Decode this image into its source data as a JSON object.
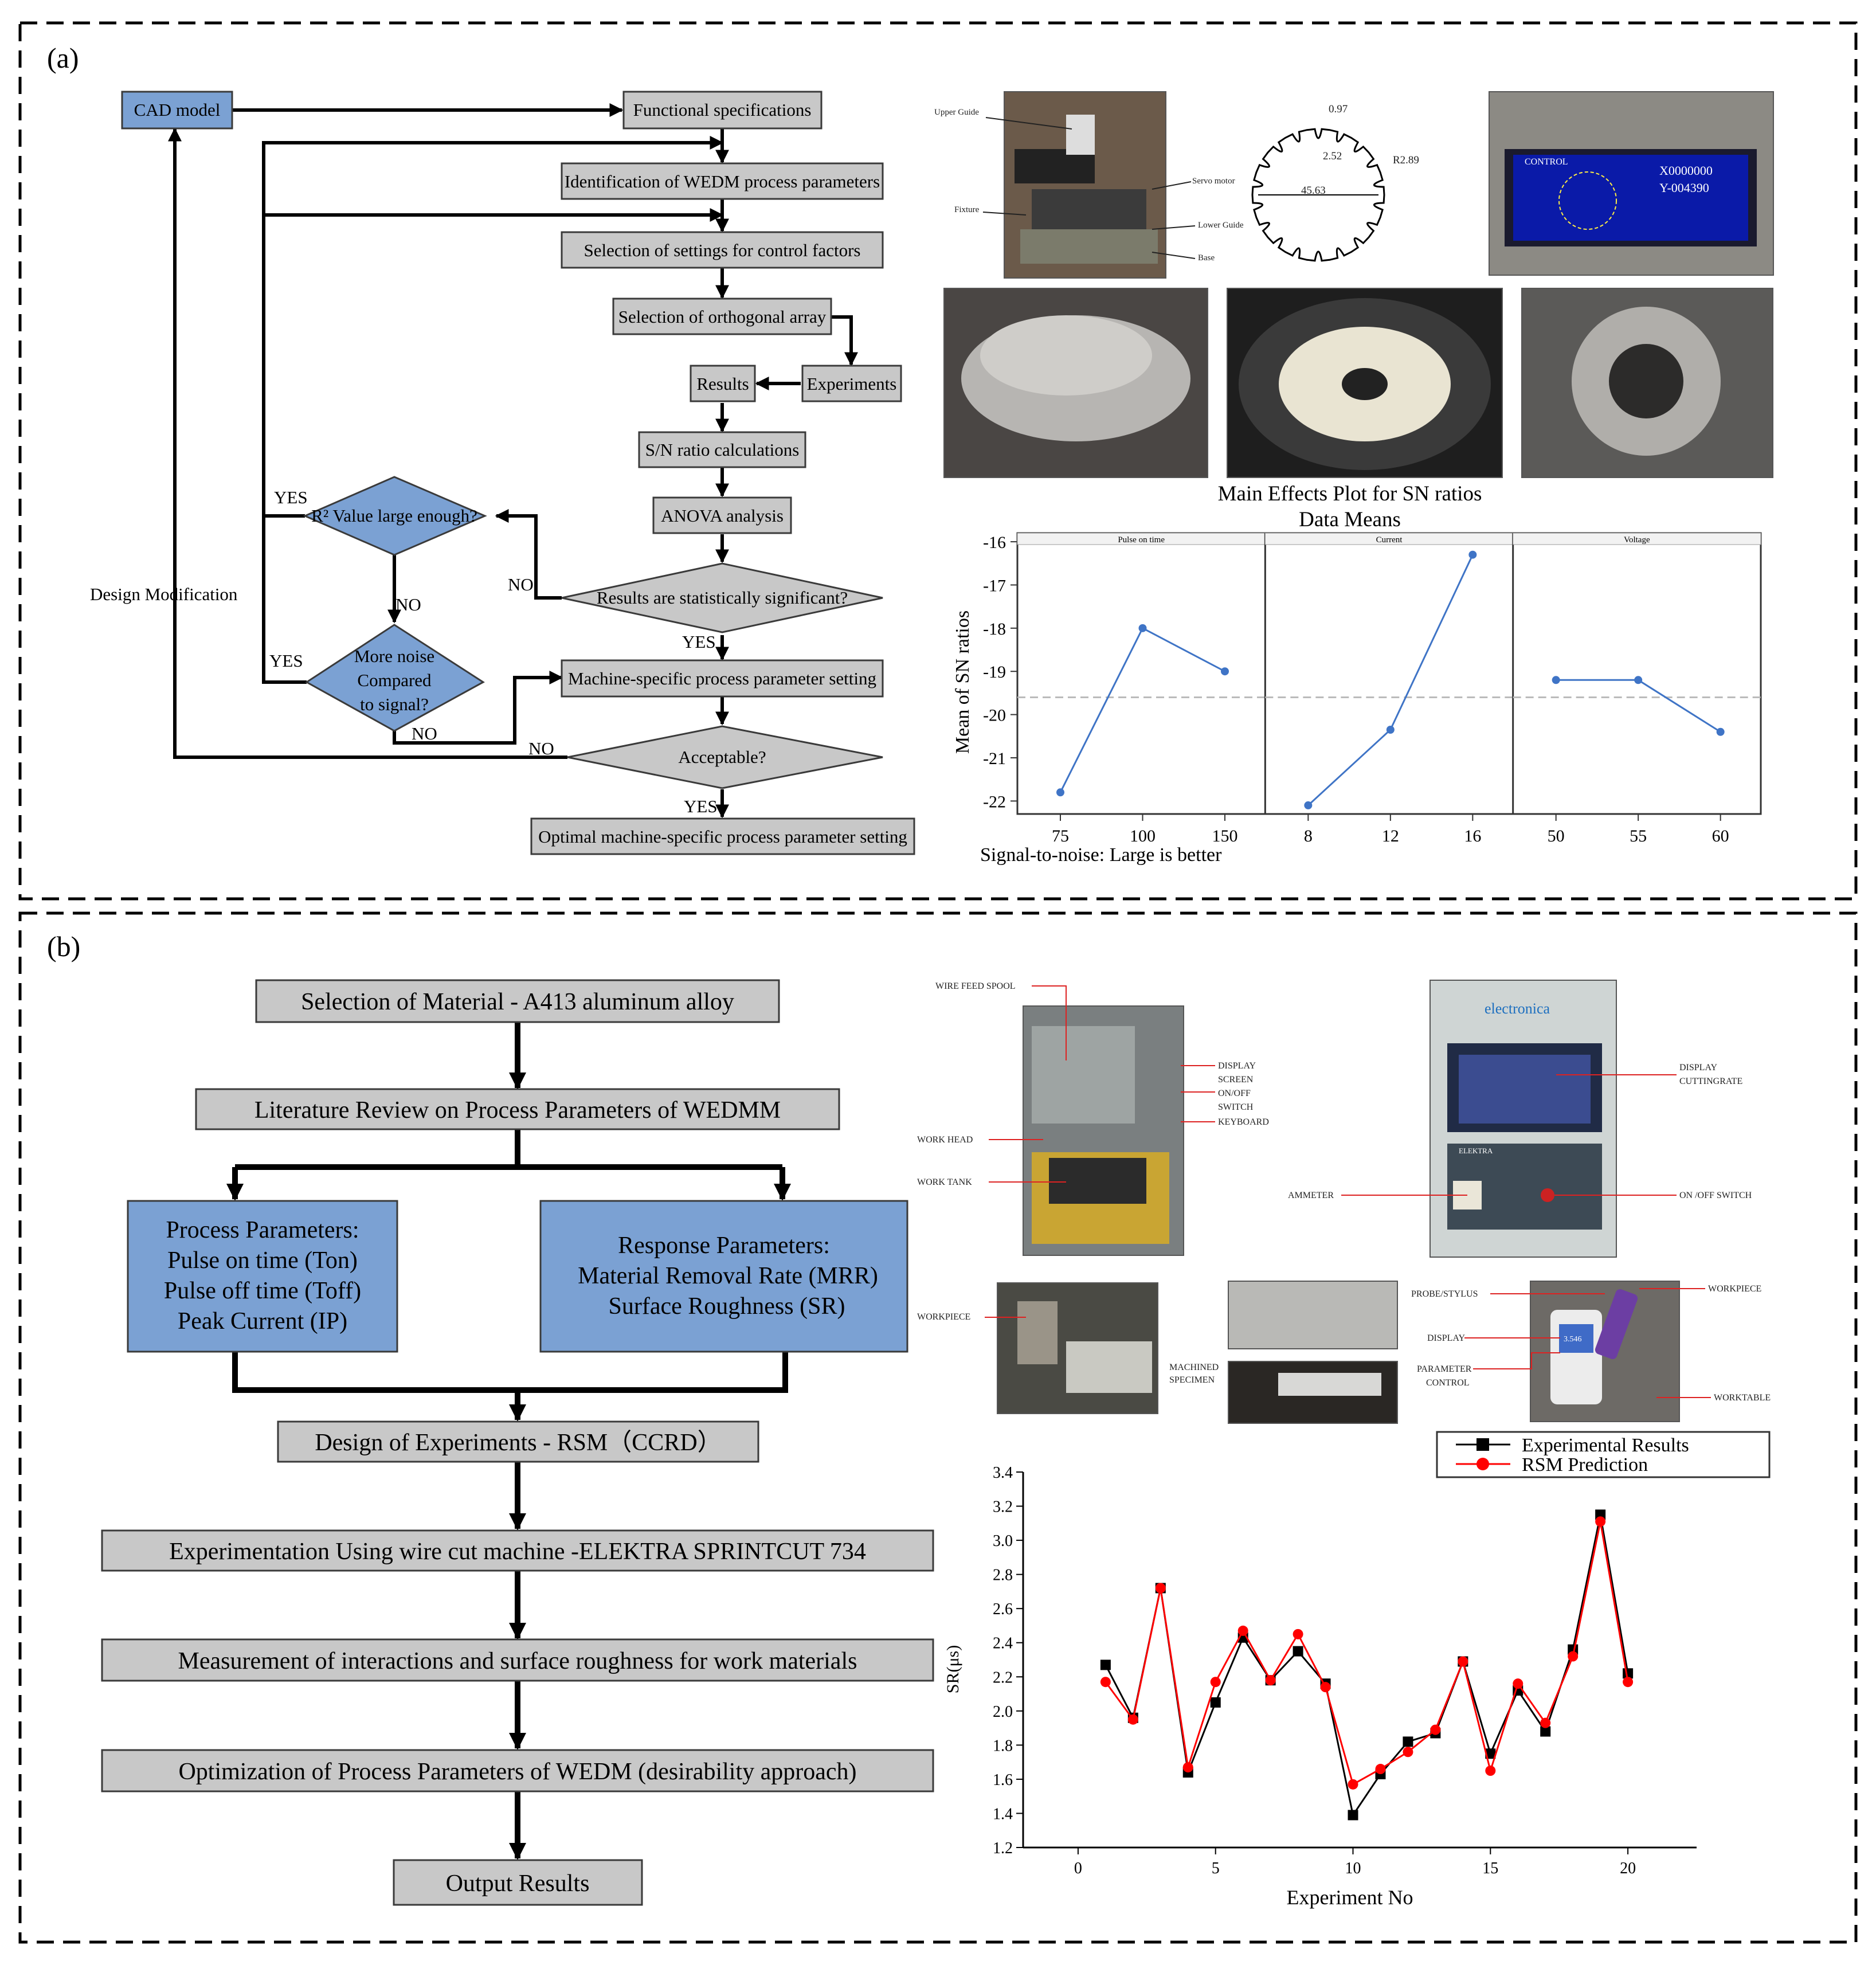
{
  "panels": {
    "a": {
      "label": "(a)",
      "flowchart": {
        "cad_model": "CAD model",
        "functional_specs": "Functional specifications",
        "identification": "Identification of WEDM process parameters",
        "selection_settings": "Selection of settings for control factors",
        "orthogonal_array": "Selection of orthogonal array",
        "experiments": "Experiments",
        "results": "Results",
        "sn_ratio": "S/N ratio calculations",
        "anova": "ANOVA analysis",
        "stat_significant": "Results are statistically significant?",
        "r2": "R² Value large enough?",
        "more_noise_1": "More noise",
        "more_noise_2": "Compared",
        "more_noise_3": "to signal?",
        "machine_specific": "Machine-specific process parameter setting",
        "acceptable": "Acceptable?",
        "optimal": "Optimal machine-specific process parameter setting",
        "design_modification": "Design Modification",
        "yes": "YES",
        "no": "NO"
      },
      "photos": {
        "upper_guide": "Upper Guide",
        "servo_motor": "Servo motor",
        "fixture": "Fixture",
        "lower_guide": "Lower Guide",
        "base": "Base",
        "dim_097": "0.97",
        "dim_252": "2.52",
        "dim_r289": "R2.89",
        "dim_4563": "45.63",
        "screen_control": "CONTROL",
        "screen_x": "X0000000",
        "screen_y": "Y-004390"
      }
    },
    "b": {
      "label": "(b)",
      "flowchart": {
        "selection_material": "Selection of Material - A413 aluminum alloy",
        "literature_review": "Literature Review on Process Parameters of WEDMM",
        "process_params": [
          "Process Parameters:",
          "Pulse on time (Ton)",
          "Pulse off time (Toff)",
          "Peak Current (IP)"
        ],
        "response_params": [
          "Response Parameters:",
          "Material Removal Rate (MRR)",
          "Surface Roughness (SR)"
        ],
        "doe": "Design of Experiments - RSM（CCRD）",
        "experimentation": "Experimentation Using wire cut machine -ELEKTRA SPRINTCUT 734",
        "measurement": "Measurement of interactions and surface roughness  for work materials",
        "optimization": "Optimization of Process Parameters of WEDM (desirability approach)",
        "output": "Output Results"
      },
      "photos": {
        "wire_feed_spool": "WIRE FEED SPOOL",
        "display_screen_1": "DISPLAY",
        "display_screen_2": "SCREEN",
        "on_off_1": "ON/OFF",
        "on_off_2": "SWITCH",
        "keyboard": "KEYBOARD",
        "work_head": "WORK HEAD",
        "work_tank": "WORK TANK",
        "electronica": "electronica",
        "elektra": "ELEKTRA",
        "display_cut_1": "DISPLAY",
        "display_cut_2": "CUTTINGRATE",
        "ammeter": "AMMETER",
        "on_off_switch": "ON /OFF SWITCH",
        "workpiece": "WORKPIECE",
        "machined_1": "MACHINED",
        "machined_2": "SPECIMEN",
        "probe_stylus": "PROBE/STYLUS",
        "workpiece2": "WORKPIECE",
        "display": "DISPLAY",
        "param_control_1": "PARAMETER",
        "param_control_2": "CONTROL",
        "worktable": "WORKTABLE",
        "meter_value": "3.546"
      }
    }
  },
  "chart_data": [
    {
      "type": "line",
      "title": "Main Effects Plot for SN ratios",
      "subtitle": "Data Means",
      "ylabel": "Mean of SN ratios",
      "xlabel": "Signal-to-noise: Large is better",
      "ylim": [
        -22.3,
        -15.8
      ],
      "yticks": [
        "-16",
        "-17",
        "-18",
        "-19",
        "-20",
        "-21",
        "-22"
      ],
      "mean_line": -19.6,
      "grid": false,
      "panels": [
        {
          "name": "Pulse on time",
          "categories": [
            "75",
            "100",
            "150"
          ],
          "values": [
            -21.8,
            -18.0,
            -19.0
          ]
        },
        {
          "name": "Current",
          "categories": [
            "8",
            "12",
            "16"
          ],
          "values": [
            -22.1,
            -20.35,
            -16.3
          ]
        },
        {
          "name": "Voltage",
          "categories": [
            "50",
            "55",
            "60"
          ],
          "values": [
            -19.2,
            -19.2,
            -20.4
          ]
        }
      ],
      "colors": {
        "line": "#3f74c6",
        "mean": "#bbbbbb"
      }
    },
    {
      "type": "line",
      "xlabel": "Experiment No",
      "ylabel": "SR(μs)",
      "xlim": [
        -2,
        22.5
      ],
      "ylim": [
        1.2,
        3.4
      ],
      "xticks": [
        "0",
        "5",
        "10",
        "15",
        "20"
      ],
      "yticks": [
        "1.2",
        "1.4",
        "1.6",
        "1.8",
        "2.0",
        "2.2",
        "2.4",
        "2.6",
        "2.8",
        "3.0",
        "3.2",
        "3.4"
      ],
      "legend_position": "top-right",
      "x": [
        1,
        2,
        3,
        4,
        5,
        6,
        7,
        8,
        9,
        10,
        11,
        12,
        13,
        14,
        15,
        16,
        17,
        18,
        19,
        20
      ],
      "series": [
        {
          "name": "Experimental Results",
          "color": "#000000",
          "marker": "square",
          "values": [
            2.27,
            1.96,
            2.72,
            1.64,
            2.05,
            2.43,
            2.18,
            2.35,
            2.16,
            1.39,
            1.63,
            1.82,
            1.87,
            2.29,
            1.75,
            2.12,
            1.88,
            2.36,
            3.15,
            2.22
          ]
        },
        {
          "name": "RSM Prediction",
          "color": "#ff0000",
          "marker": "circle",
          "values": [
            2.17,
            1.95,
            2.72,
            1.67,
            2.17,
            2.47,
            2.18,
            2.45,
            2.14,
            1.57,
            1.66,
            1.76,
            1.89,
            2.29,
            1.65,
            2.16,
            1.93,
            2.32,
            3.11,
            2.17
          ]
        }
      ]
    }
  ]
}
